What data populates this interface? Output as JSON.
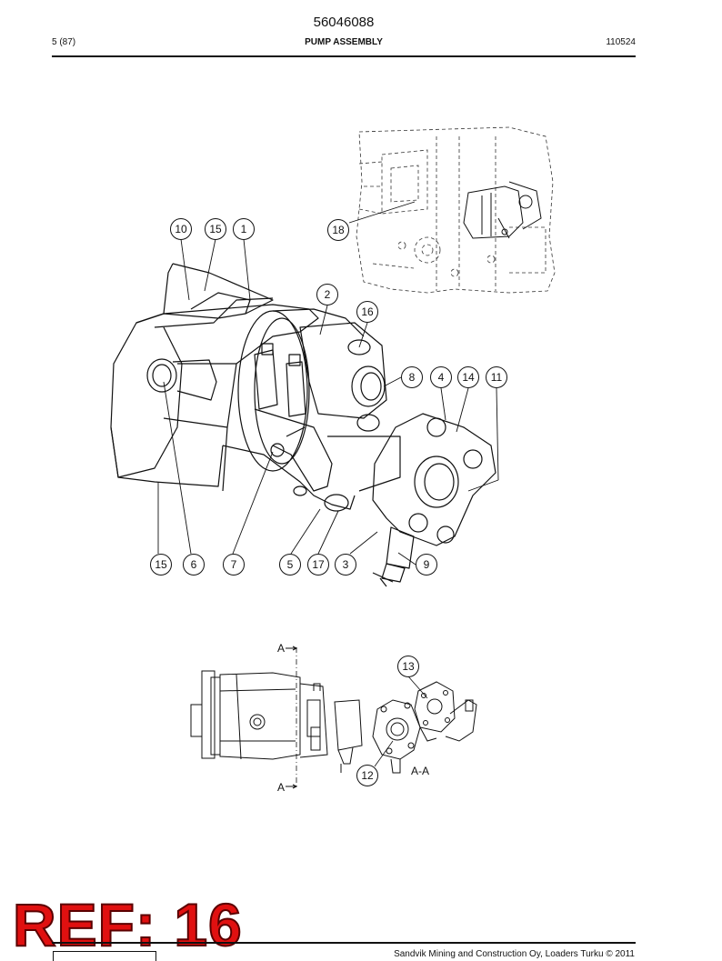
{
  "header": {
    "doc_number": "56046088",
    "page_ref": "5 (87)",
    "section_title": "PUMP ASSEMBLY",
    "rev_code": "110524"
  },
  "callouts": {
    "c10": "10",
    "c15a": "15",
    "c1": "1",
    "c18": "18",
    "c2": "2",
    "c16": "16",
    "c8": "8",
    "c4": "4",
    "c14": "14",
    "c11": "11",
    "c15b": "15",
    "c6": "6",
    "c7": "7",
    "c5": "5",
    "c17": "17",
    "c3": "3",
    "c9": "9",
    "c13": "13",
    "c12": "12"
  },
  "section_view": {
    "cut_top": "A",
    "cut_bottom": "A",
    "section_label": "A-A"
  },
  "stamp": {
    "text": "REF: 16"
  },
  "footer": {
    "copyright": "Sandvik Mining and Construction Oy, Loaders Turku © 2011"
  }
}
